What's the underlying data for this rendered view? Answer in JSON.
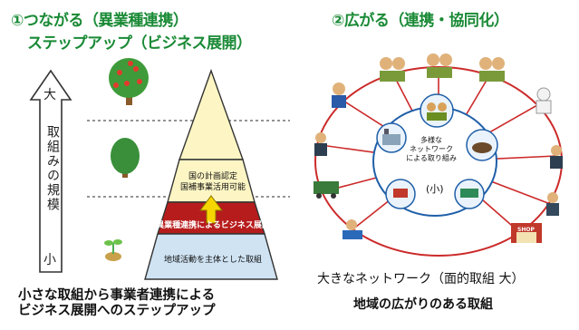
{
  "left": {
    "heading_line1": "①つながる（異業種連携）",
    "heading_line2": "ステップアップ（ビジネス展開）",
    "axis_label": "取組みの規模",
    "axis_big": "大",
    "axis_small": "小",
    "pyramid": {
      "top_line1": "国の計画認定",
      "top_line2": "国補事業活用可能",
      "middle": "異業種連携によるビジネス展開",
      "base": "地域活動を主体とした取組"
    },
    "caption_line1": "小さな取組から事業者連携による",
    "caption_line2": "ビジネス展開へのステップアップ",
    "colors": {
      "heading": "#1a8a36",
      "pyramid_top": "#fdf6c4",
      "pyramid_middle": "#b71c1c",
      "pyramid_base": "#cfe3f3",
      "arrow": "#f5d600"
    }
  },
  "right": {
    "heading": "②広がる（連携・協同化）",
    "inner_text_line1": "多様な",
    "inner_text_line2": "ネットワーク",
    "inner_text_line3": "による取り組み",
    "inner_text_small": "(小)",
    "shop_sign": "SHOP",
    "caption_line1": "大きなネットワーク（面的取組 大）",
    "caption_line2": "地域の広がりのある取組",
    "colors": {
      "outer_ring": "#cc2a2a",
      "inner_ring": "#1f5fa8"
    }
  }
}
